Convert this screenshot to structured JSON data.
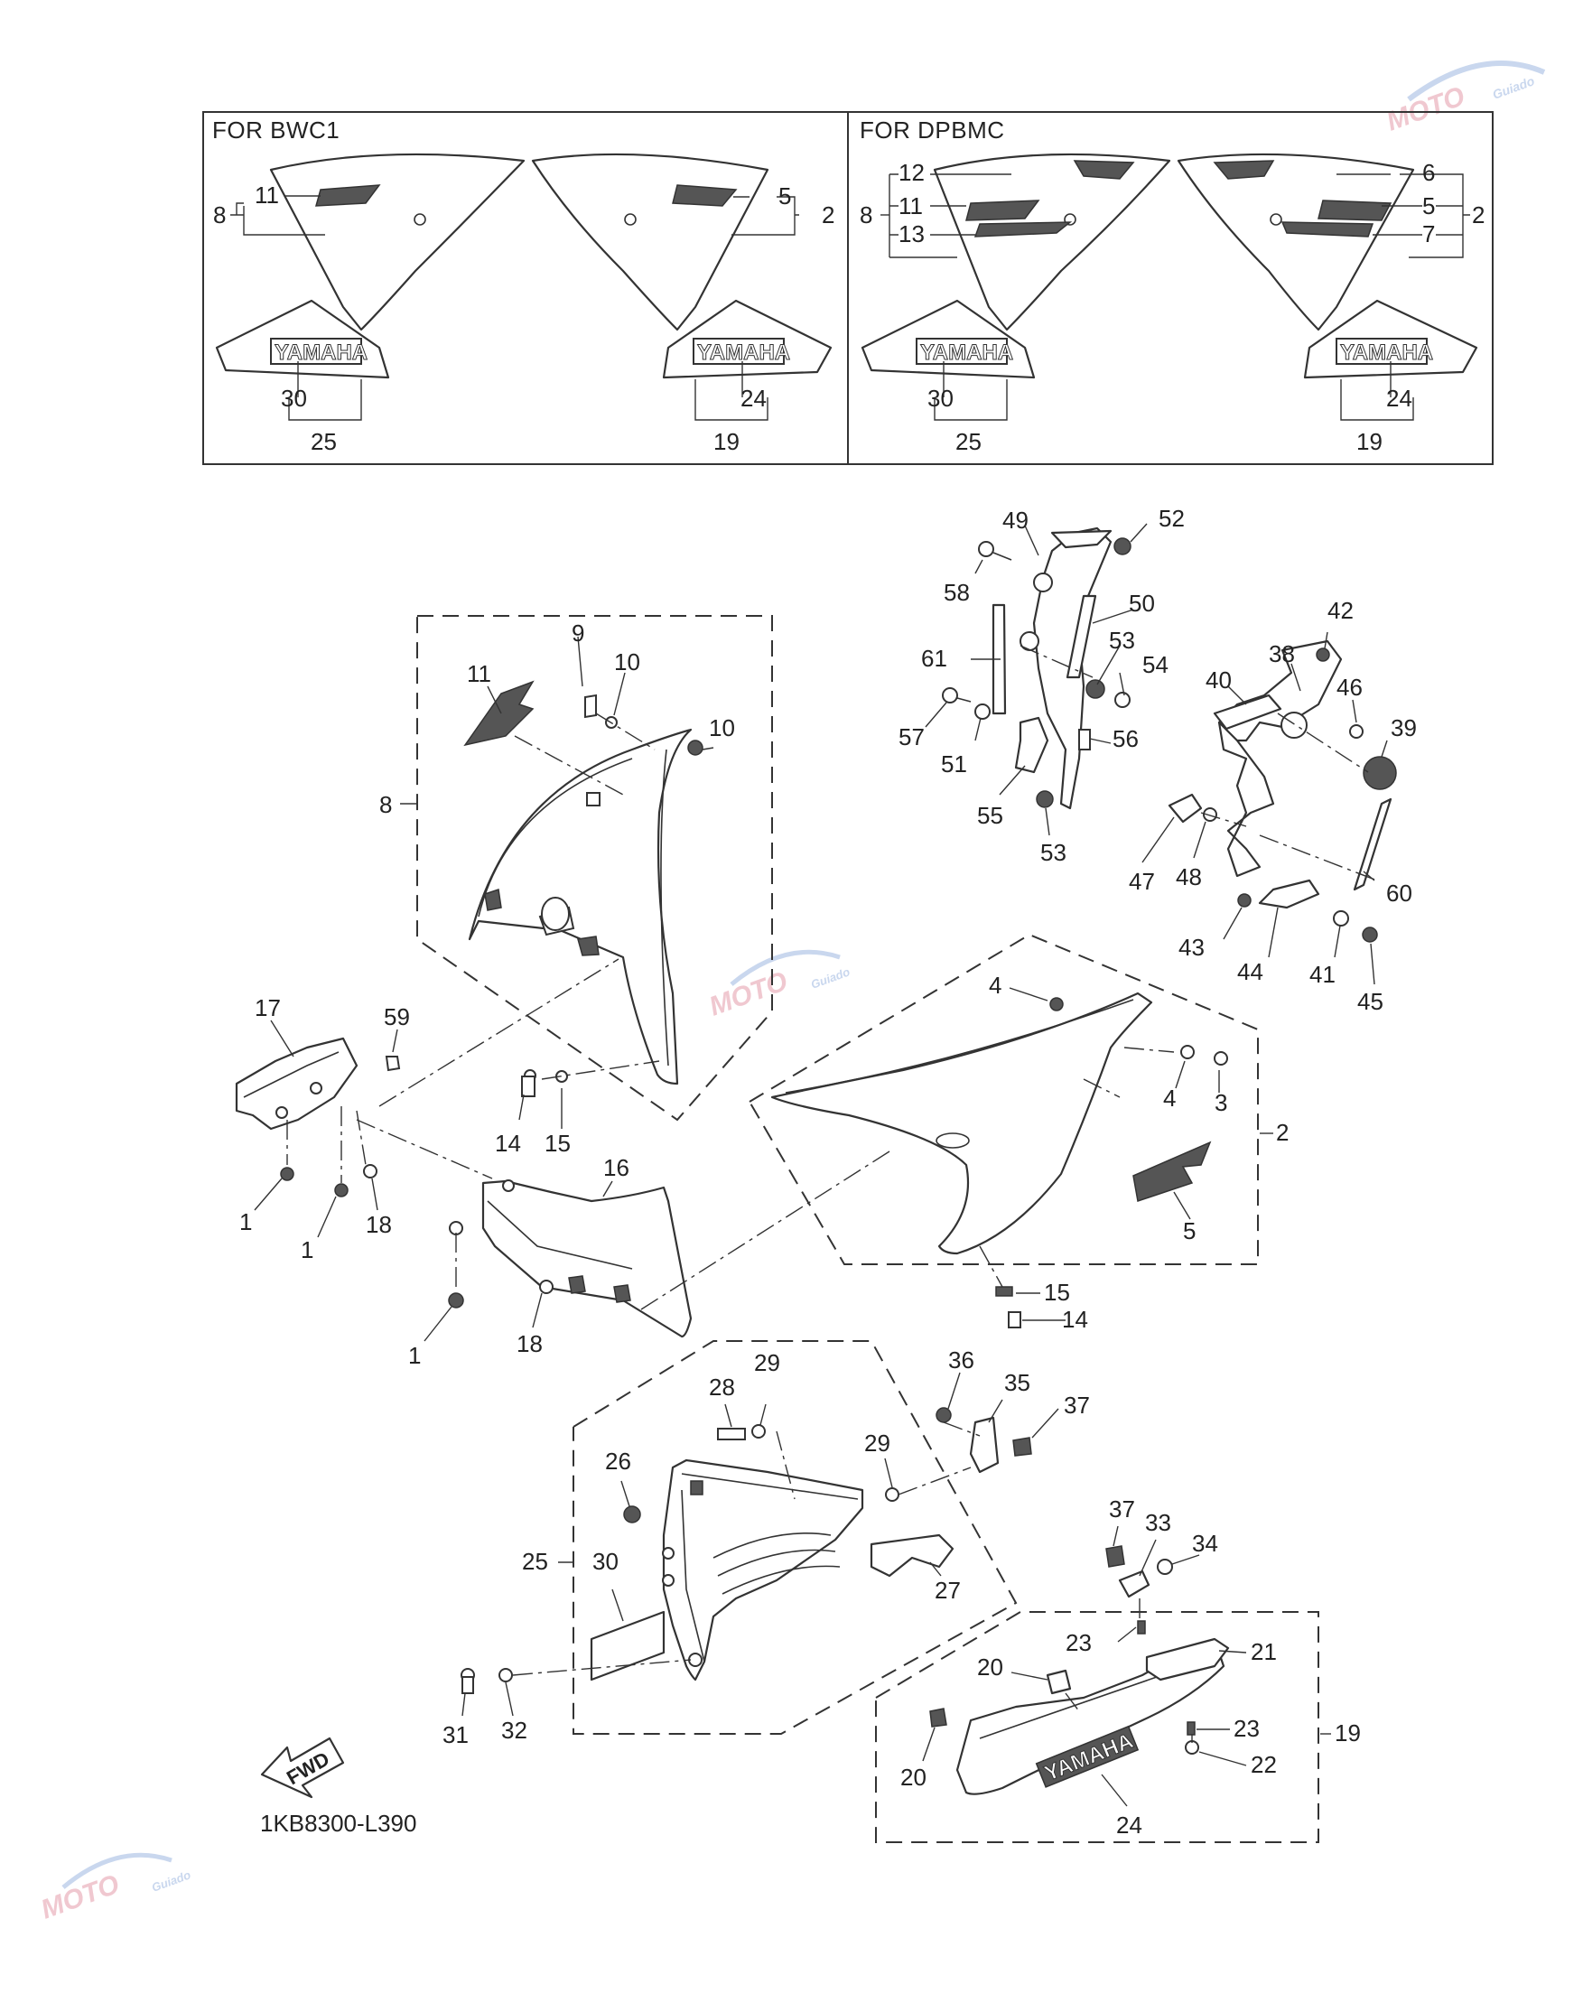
{
  "insets": [
    {
      "header": "FOR BWC1"
    },
    {
      "header": "FOR DPBMC"
    }
  ],
  "emblem_text": "YAMAHA",
  "fwd_text": "FWD",
  "diagram_code": "1KB8300-L390",
  "watermark": {
    "logo": "MOTO",
    "sub": "Guiado"
  },
  "callouts": {
    "inset_a": [
      "8",
      "11",
      "5",
      "2",
      "30",
      "25",
      "24",
      "19"
    ],
    "inset_b": [
      "12",
      "8",
      "11",
      "13",
      "6",
      "5",
      "2",
      "7",
      "30",
      "25",
      "24",
      "19"
    ],
    "upper": [
      "49",
      "52",
      "58",
      "50",
      "61",
      "53",
      "54",
      "57",
      "51",
      "56",
      "55",
      "53",
      "42",
      "38",
      "40",
      "46",
      "39",
      "47",
      "48",
      "60",
      "43",
      "44",
      "41",
      "45"
    ],
    "middle": [
      "9",
      "10",
      "11",
      "10",
      "8",
      "17",
      "59",
      "14",
      "15",
      "1",
      "1",
      "18",
      "16",
      "1",
      "18",
      "4",
      "4",
      "3",
      "2",
      "5",
      "15",
      "14"
    ],
    "lower": [
      "28",
      "29",
      "36",
      "35",
      "37",
      "26",
      "29",
      "25",
      "30",
      "27",
      "31",
      "32",
      "37",
      "33",
      "34",
      "23",
      "21",
      "20",
      "23",
      "19",
      "20",
      "22",
      "24"
    ]
  }
}
